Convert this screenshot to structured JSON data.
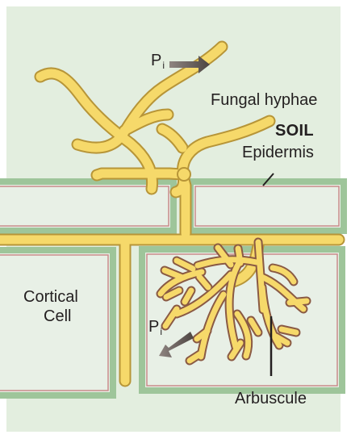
{
  "labels": {
    "pi_top": {
      "main": "P",
      "sub": "i"
    },
    "fungal_hyphae": "Fungal hyphae",
    "soil": "SOIL",
    "epidermis": "Epidermis",
    "cortical_cell_line1": "Cortical",
    "cortical_cell_line2": "Cell",
    "pi_bottom": {
      "main": "P",
      "sub": "i"
    },
    "arbuscule": "Arbuscule"
  },
  "colors": {
    "background": "#e3eedf",
    "cell_wall": "#9ec59a",
    "cell_interior": "#e8f0e6",
    "cell_membrane": "#c98a8a",
    "hypha_fill": "#f6d96a",
    "hypha_edge": "#b79538",
    "arbuscule_outline": "#8a5a44",
    "arrow_fill": "#5b5451",
    "text": "#231f20"
  }
}
